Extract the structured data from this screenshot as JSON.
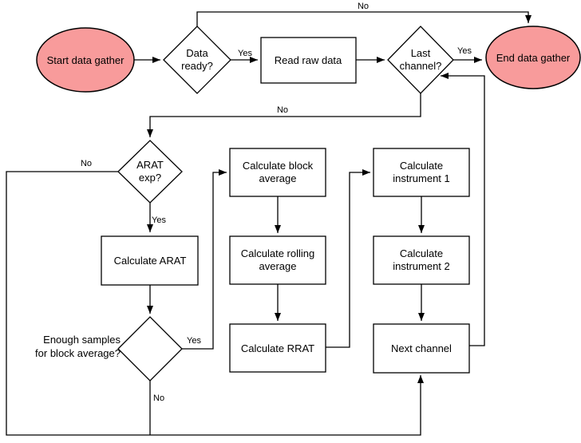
{
  "diagram": {
    "colors": {
      "terminator_fill": "#f89b9b",
      "process_fill": "#ffffff",
      "stroke": "#000000"
    },
    "nodes": {
      "start": {
        "shape": "ellipse",
        "lines": [
          "Start data gather"
        ]
      },
      "data_ready": {
        "shape": "diamond",
        "lines": [
          "Data",
          "ready?"
        ]
      },
      "read_raw": {
        "shape": "rect",
        "lines": [
          "Read raw data"
        ]
      },
      "last_channel": {
        "shape": "diamond",
        "lines": [
          "Last",
          "channel?"
        ]
      },
      "end": {
        "shape": "ellipse",
        "lines": [
          "End data gather"
        ]
      },
      "arat_exp": {
        "shape": "diamond",
        "lines": [
          "ARAT",
          "exp?"
        ]
      },
      "calc_arat": {
        "shape": "rect",
        "lines": [
          "Calculate ARAT"
        ]
      },
      "enough_samples": {
        "shape": "diamond",
        "lines": [
          "Enough samples",
          "for block average?"
        ]
      },
      "calc_block": {
        "shape": "rect",
        "lines": [
          "Calculate block",
          "average"
        ]
      },
      "calc_rolling": {
        "shape": "rect",
        "lines": [
          "Calculate rolling",
          "average"
        ]
      },
      "calc_rrat": {
        "shape": "rect",
        "lines": [
          "Calculate RRAT"
        ]
      },
      "calc_inst1": {
        "shape": "rect",
        "lines": [
          "Calculate",
          "instrument 1"
        ]
      },
      "calc_inst2": {
        "shape": "rect",
        "lines": [
          "Calculate",
          "instrument 2"
        ]
      },
      "next_channel": {
        "shape": "rect",
        "lines": [
          "Next channel"
        ]
      }
    },
    "edge_labels": {
      "data_ready_no": "No",
      "data_ready_yes": "Yes",
      "last_channel_yes": "Yes",
      "last_channel_no": "No",
      "arat_no": "No",
      "arat_yes": "Yes",
      "enough_yes": "Yes",
      "enough_no": "No"
    }
  }
}
